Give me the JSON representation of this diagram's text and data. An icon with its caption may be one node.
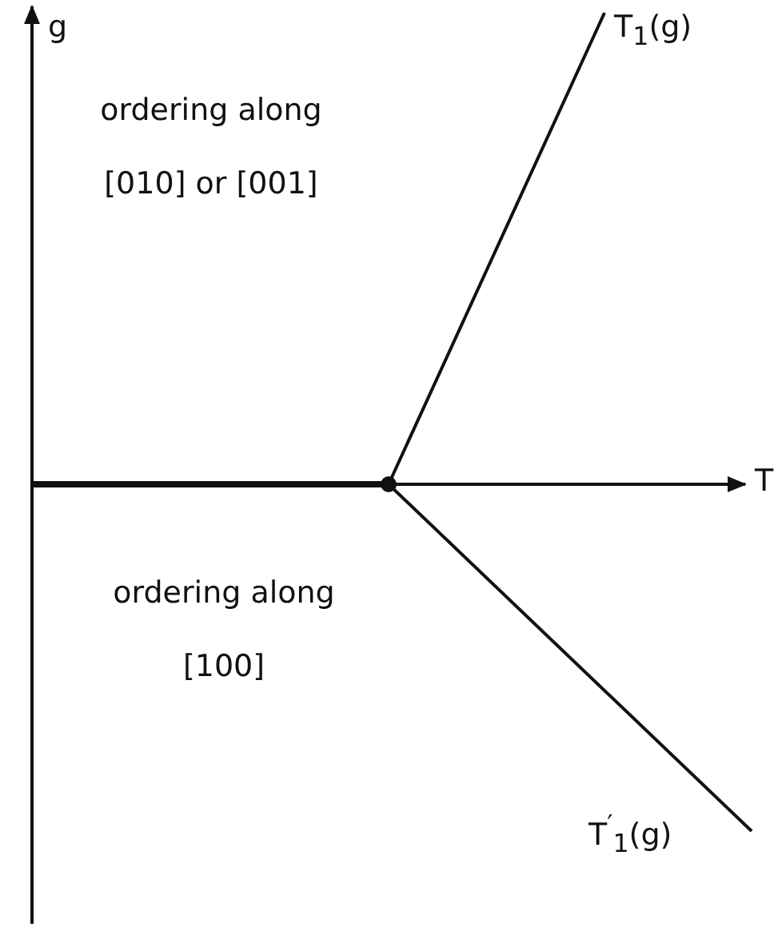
{
  "diagram": {
    "labels": [
      "g",
      "T$_{1}$(g)",
      "ordering along [010] or [001]",
      "T",
      "ordering along [100]",
      "T$^{′}$$_{1}$(g)"
    ]
  }
}
